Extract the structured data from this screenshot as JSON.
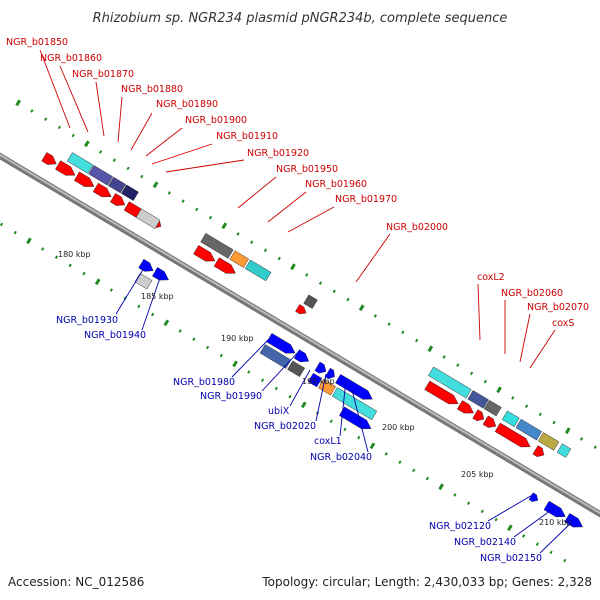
{
  "title": "Rhizobium sp. NGR234 plasmid pNGR234b, complete sequence",
  "footer": {
    "accession": "Accession: NC_012586",
    "summary": "Topology: circular; Length: 2,430,033 bp; Genes: 2,328"
  },
  "colors": {
    "forward": "#ff0000",
    "reverse": "#0000ff",
    "forward_label": "#cc0000",
    "reverse_label": "#0000aa",
    "backbone": "#999999",
    "ticks": "#228b22"
  },
  "ticks": [
    "180 kbp",
    "185 kbp",
    "190 kbp",
    "195 kbp",
    "200 kbp",
    "205 kbp",
    "210 kbp"
  ],
  "top_labels": [
    "NGR_b01850",
    "NGR_b01860",
    "NGR_b01870",
    "NGR_b01880",
    "NGR_b01890",
    "NGR_b01900",
    "NGR_b01910",
    "NGR_b01920",
    "NGR_b01950",
    "NGR_b01960",
    "NGR_b01970",
    "NGR_b02000",
    "coxL2",
    "NGR_b02060",
    "NGR_b02070",
    "coxS"
  ],
  "bottom_labels": [
    "NGR_b01930",
    "NGR_b01940",
    "NGR_b01980",
    "NGR_b01990",
    "ubiX",
    "NGR_b02020",
    "coxL1",
    "NGR_b02040",
    "NGR_b02120",
    "NGR_b02140",
    "NGR_b02150"
  ]
}
